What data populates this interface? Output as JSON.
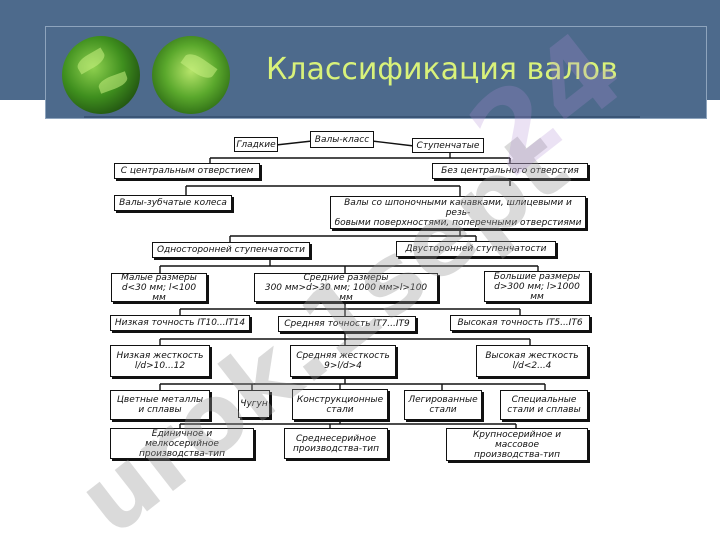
{
  "slide": {
    "title": "Классификация валов"
  },
  "diagram": {
    "root": "Валы-класс",
    "smooth": "Гладкие",
    "stepped": "Ступенчатые",
    "with_hole": "С центральным отверстием",
    "without_hole": "Без центрального отверстия",
    "gear_shafts": "Валы-зубчатые колеса",
    "keyway_line1": "Валы со шпоночными канавками, шлицевыми и резь-",
    "keyway_line2": "бовыми поверхностями, поперечными отверстиями",
    "one_sided": "Односторонней ступенчатости",
    "two_sided": "Двусторонней ступенчатости",
    "small_line1": "Малые размеры",
    "small_line2": "d<30 мм; l<100 мм",
    "medium_line1": "Средние размеры",
    "medium_line2": "300 мм>d>30 мм; 1000 мм>l>100 мм",
    "large_line1": "Большие размеры",
    "large_line2": "d>300 мм; l>1000 мм",
    "low_precision": "Низкая точность IT10...IT14",
    "mid_precision": "Средняя точность IT7...IT9",
    "high_precision": "Высокая точность IT5...IT6",
    "low_rigidity_line1": "Низкая жесткость",
    "low_rigidity_line2": "l/d>10...12",
    "mid_rigidity_line1": "Средняя жесткость",
    "mid_rigidity_line2": "9>l/d>4",
    "high_rigidity_line1": "Высокая жесткость",
    "high_rigidity_line2": "l/d<2...4",
    "nonferrous_line1": "Цветные металлы",
    "nonferrous_line2": "и сплавы",
    "cast_iron": "Чугун",
    "structural_line1": "Конструкционные",
    "structural_line2": "стали",
    "alloyed_line1": "Легированные",
    "alloyed_line2": "стали",
    "special_line1": "Специальные",
    "special_line2": "стали и сплавы",
    "single_line1": "Единичное и мелкосерийное",
    "single_line2": "производства-тип",
    "medium_series_line1": "Среднесерийное",
    "medium_series_line2": "производства-тип",
    "mass_line1": "Крупносерийное и массовое",
    "mass_line2": "производства-тип"
  },
  "watermark": {
    "main": "urok.1sept",
    "corner": "24"
  },
  "colors": {
    "header": "#4d6a8c",
    "title": "#d9f27a"
  }
}
